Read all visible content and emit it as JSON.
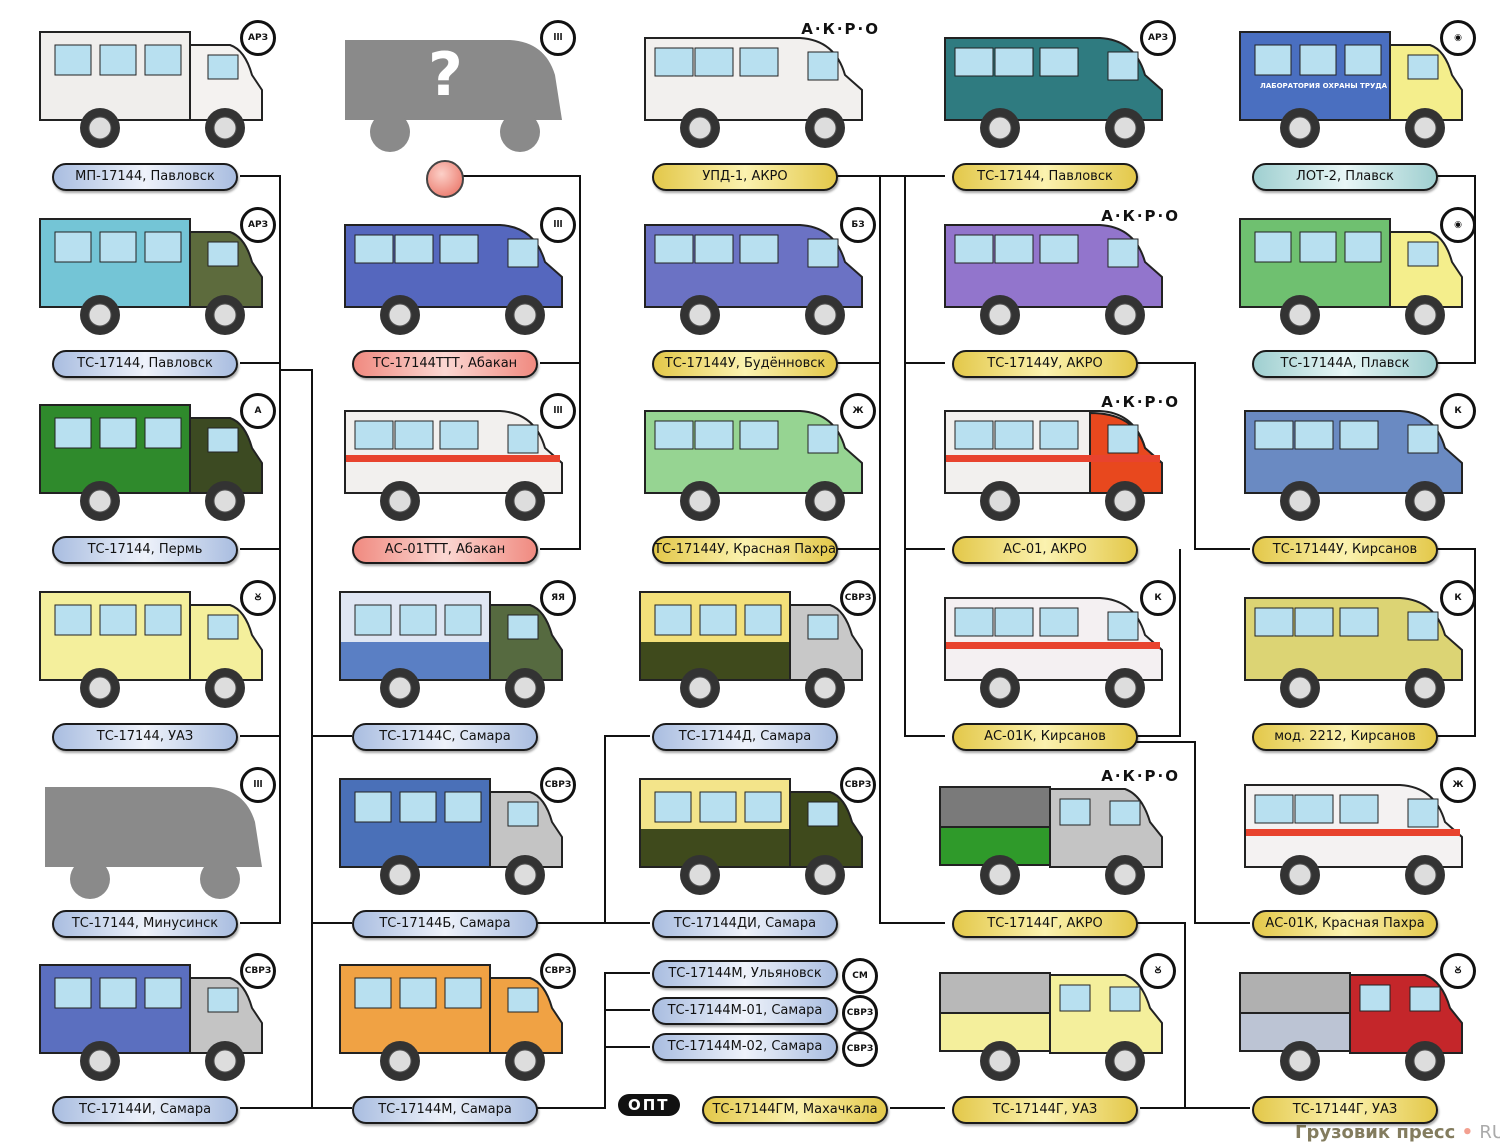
{
  "vehicles": [
    {
      "label": "МП-17144, Павловск",
      "pill": "blue",
      "type": "box",
      "body": "#f0eeec",
      "cab": "#f4f2f0",
      "logo": "АРЗ"
    },
    {
      "label": "ТС-17144, Павловск",
      "pill": "blue",
      "type": "box",
      "body": "#74c5d6",
      "cab": "#5d6b3d",
      "logo": "АРЗ"
    },
    {
      "label": "ТС-17144, Пермь",
      "pill": "blue",
      "type": "box",
      "body": "#2f8a2c",
      "cab": "#3c4a22",
      "logo": "А"
    },
    {
      "label": "ТС-17144, УАЗ",
      "pill": "blue",
      "type": "box",
      "body": "#f4ef9c",
      "cab": "#f4ef9c",
      "logo": "Ꙋ"
    },
    {
      "label": "ТС-17144, Минусинск",
      "pill": "blue",
      "type": "silhouette",
      "body": "#8a8a8a",
      "cab": "#8a8a8a",
      "logo": "lll"
    },
    {
      "label": "ТС-17144И, Самара",
      "pill": "blue",
      "type": "box",
      "body": "#5b6fbf",
      "cab": "#c4c4c4",
      "logo": "СВРЗ"
    },
    {
      "label": "",
      "pill": "none",
      "type": "silhouette",
      "body": "#8a8a8a",
      "cab": "#8a8a8a",
      "logo": "lll"
    },
    {
      "label": "ТС-17144ТТТ, Абакан",
      "pill": "pink",
      "type": "van",
      "body": "#5567be",
      "cab": "#5567be",
      "logo": "lll"
    },
    {
      "label": "АС-01ТТТ, Абакан",
      "pill": "pink",
      "type": "van",
      "body": "#f2f0ee",
      "cab": "#f2f0ee",
      "stripe": "#e8432e",
      "logo": "lll"
    },
    {
      "label": "ТС-17144С, Самара",
      "pill": "blue",
      "type": "box",
      "body": "#dfe6f3",
      "cab": "#566a40",
      "stripe": "#5a7fc4",
      "logo": "ЯЯ"
    },
    {
      "label": "ТС-17144Б, Самара",
      "pill": "blue",
      "type": "box",
      "body": "#4a70b8",
      "cab": "#c4c4c4",
      "logo": "СВРЗ"
    },
    {
      "label": "ТС-17144М, Самара",
      "pill": "blue",
      "type": "box",
      "body": "#f0a244",
      "cab": "#f0a244",
      "logo": "СВРЗ"
    },
    {
      "label": "УПД-1, АКРО",
      "pill": "yellow",
      "type": "van",
      "body": "#f2f0ee",
      "cab": "#f2f0ee",
      "logo": "А·К·Р·О"
    },
    {
      "label": "ТС-17144У, Будённовск",
      "pill": "yellow",
      "type": "van",
      "body": "#6b72c4",
      "cab": "#6b72c4",
      "logo": "БЗ"
    },
    {
      "label": "ТС-17144У, Красная Пахра",
      "pill": "yellow",
      "type": "van",
      "body": "#96d492",
      "cab": "#96d492",
      "logo": "Ж"
    },
    {
      "label": "ТС-17144Д, Самара",
      "pill": "blue",
      "type": "box",
      "body": "#f3e07a",
      "cab": "#c8c8c8",
      "stripe": "#3f4a1c",
      "logo": "СВРЗ"
    },
    {
      "label": "ТС-17144ДИ, Самара",
      "pill": "blue",
      "type": "box",
      "body": "#f3e48a",
      "cab": "#3f4a1c",
      "stripe": "#3f4a1c",
      "logo": "СВРЗ"
    },
    {
      "label": "",
      "pill": "none",
      "type": "none"
    },
    {
      "label": "ТС-17144, Павловск",
      "pill": "yellow",
      "type": "van",
      "body": "#2f7b80",
      "cab": "#2f7b80",
      "logo": "АРЗ"
    },
    {
      "label": "ТС-17144У, АКРО",
      "pill": "yellow",
      "type": "van",
      "body": "#9275cc",
      "cab": "#9275cc",
      "logo": "А·К·Р·О"
    },
    {
      "label": "АС-01, АКРО",
      "pill": "yellow",
      "type": "van",
      "body": "#f2f0ee",
      "cab": "#e8481e",
      "stripe": "#e8432e",
      "logo": "А·К·Р·О"
    },
    {
      "label": "АС-01К, Кирсанов",
      "pill": "yellow",
      "type": "van",
      "body": "#f4f0f2",
      "cab": "#f4f0f2",
      "stripe": "#e8432e",
      "logo": "К"
    },
    {
      "label": "ТС-17144Г, АКРО",
      "pill": "yellow",
      "type": "truck",
      "body": "#2f9a2a",
      "cab": "#c4c4c4",
      "tarp": "#7a7a7a",
      "logo": "А·К·Р·О"
    },
    {
      "label": "ТС-17144Г, УАЗ",
      "pill": "yellow",
      "type": "truck",
      "body": "#f4ef9c",
      "cab": "#f4ef9c",
      "tarp": "#b8b8b8",
      "logo": "Ꙋ"
    },
    {
      "label": "ЛОТ-2, Плавск",
      "pill": "teal",
      "type": "box",
      "body": "#4a6fc0",
      "cab": "#f4ee8c",
      "logo": "◉",
      "box_text": "ЛАБОРАТОРИЯ ОХРАНЫ ТРУДА"
    },
    {
      "label": "ТС-17144А, Плавск",
      "pill": "teal",
      "type": "box",
      "body": "#6fc070",
      "cab": "#f4ee8c",
      "logo": "◉"
    },
    {
      "label": "ТС-17144У, Кирсанов",
      "pill": "yellow",
      "type": "van",
      "body": "#6a8ac2",
      "cab": "#6a8ac2",
      "logo": "К"
    },
    {
      "label": "мод. 2212, Кирсанов",
      "pill": "yellow",
      "type": "van",
      "body": "#dcd474",
      "cab": "#dcd474",
      "logo": "К"
    },
    {
      "label": "АС-01К, Красная Пахра",
      "pill": "yellow",
      "type": "van",
      "body": "#f4f2f2",
      "cab": "#f4f2f2",
      "stripe": "#e8432e",
      "logo": "Ж"
    },
    {
      "label": "ТС-17144Г, УАЗ",
      "pill": "yellow",
      "type": "truck",
      "body": "#bcc4d4",
      "cab": "#c4262a",
      "tarp": "#b0b0b0",
      "logo": "Ꙋ"
    }
  ],
  "extra_labels": [
    {
      "label": "ТС-17144М, Ульяновск",
      "pill": "blue",
      "logo": "СМ"
    },
    {
      "label": "ТС-17144М-01, Самара",
      "pill": "blue",
      "logo": "СВРЗ"
    },
    {
      "label": "ТС-17144М-02, Самара",
      "pill": "blue",
      "logo": "СВРЗ"
    },
    {
      "label": "ТС-17144ГМ, Махачкала",
      "pill": "yellow",
      "logo": "ОПТ"
    }
  ],
  "unknown_mark": "?",
  "watermark": {
    "brand": "Грузовик пресс",
    "dot": "•",
    "tld": "RU"
  }
}
